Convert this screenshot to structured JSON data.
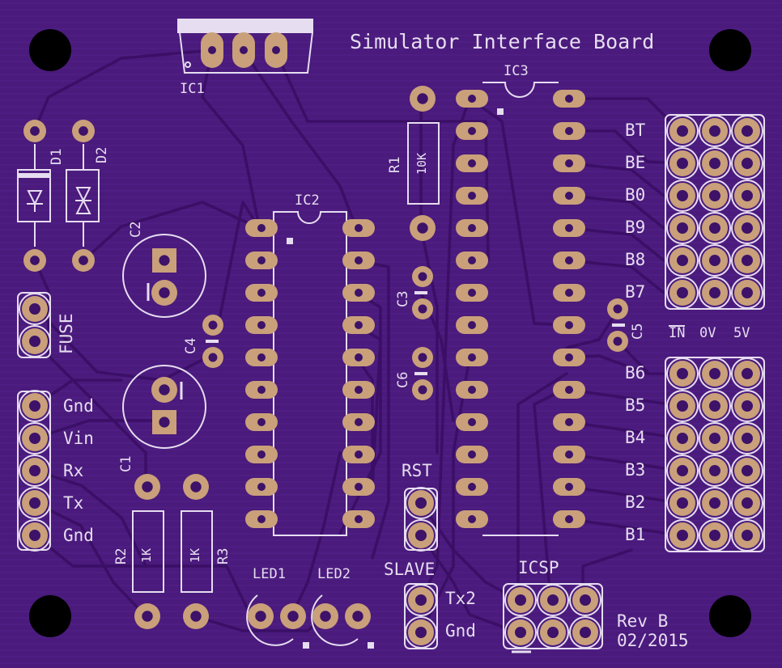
{
  "board": {
    "title": "Simulator Interface Board",
    "revision": "Rev B",
    "date": "02/2015",
    "colors": {
      "board": "#4a1a7c",
      "copper": "#4e1c85",
      "pad": "#c9a07a",
      "silk": "#e6ddf0",
      "dark": "#3d1268"
    }
  },
  "components": {
    "ic1": "IC1",
    "ic2": "IC2",
    "ic3": "IC3",
    "d1": "D1",
    "d2": "D2",
    "c1": "C1",
    "c2": "C2",
    "c3": "C3",
    "c4": "C4",
    "c5": "C5",
    "c6": "C6",
    "r1": "R1",
    "r1_value": "10K",
    "r2": "R2",
    "r2_value": "1K",
    "r3": "R3",
    "r3_value": "1K",
    "led1": "LED1",
    "led2": "LED2"
  },
  "connectors": {
    "fuse": "FUSE",
    "power_pins": [
      "Gnd",
      "Vin",
      "Rx",
      "Tx",
      "Gnd"
    ],
    "rst": "RST",
    "slave": "SLAVE",
    "slave_pins": [
      "Tx2",
      "Gnd"
    ],
    "icsp": "ICSP",
    "header_top_labels": [
      "BT",
      "BE",
      "B0",
      "B9",
      "B8",
      "B7"
    ],
    "header_bottom_labels": [
      "B6",
      "B5",
      "B4",
      "B3",
      "B2",
      "B1"
    ],
    "header_columns": {
      "in": "IN",
      "zero_v": "0V",
      "five_v": "5V"
    }
  }
}
